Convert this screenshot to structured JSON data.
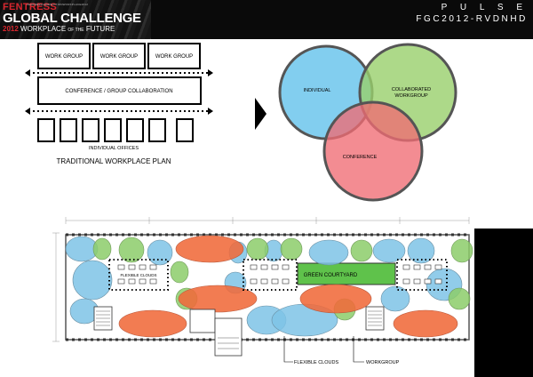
{
  "header": {
    "logo_line1": "FENTRESS",
    "logo_line2": "GLOBAL CHALLENGE",
    "logo_year": "2012",
    "logo_line3a": "WORKPLACE",
    "logo_line3b": "OF THE",
    "logo_line3c": "FUTURE",
    "tagline": "FENTRESSCOMPETITIONWORKPLACE2012",
    "title": "P U L S E",
    "code": "FGC2012-RVDNHD"
  },
  "traditional_plan": {
    "work_groups": [
      "WORK GROUP",
      "WORK GROUP",
      "WORK GROUP"
    ],
    "conference": "CONFERENCE / GROUP COLLABORATION",
    "offices_label": "INDIVIDUAL OFFICES",
    "caption": "TRADITIONAL WORKPLACE PLAN"
  },
  "venn": {
    "individual": "INDIVIDUAL",
    "collaborated_line1": "COLLABORATED",
    "collaborated_line2": "WORKGROUP",
    "conference": "CONFERENCE",
    "colors": {
      "individual": "#6cc5ec",
      "collaborated": "#98cf6b",
      "conference": "#f06c73"
    }
  },
  "floor_plan": {
    "flexible_clouds_label": "FLEXIBLE CLOUDS",
    "green_courtyard": "GREEN COURTYARD",
    "callout_flexible": "FLEXIBLE CLOUDS",
    "callout_workgroup": "WORKGROUP",
    "colors": {
      "blue": "#7ec3e6",
      "green": "#8ccd6a",
      "orange": "#f06a3a",
      "courtyard": "#5fc24b"
    }
  }
}
